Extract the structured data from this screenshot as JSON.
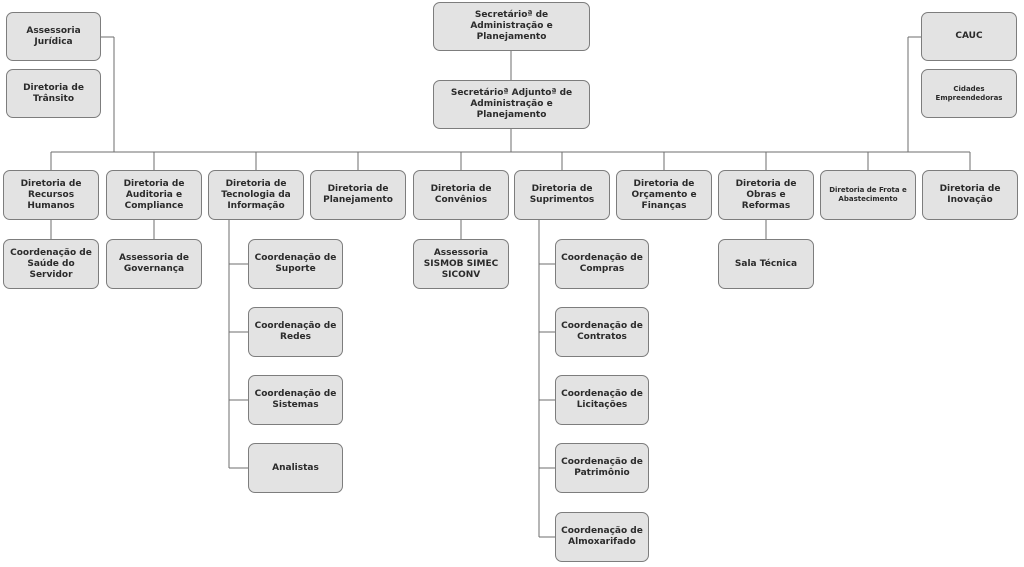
{
  "org": {
    "secretario": "Secretárioª de Administração e Planejamento",
    "adjunto": "Secretárioª Adjuntoª de Administração e Planejamento",
    "assessoria_juridica": "Assessoria\nJurídica",
    "diretoria_transito": "Diretoria de\nTrânsito",
    "cauc": "CAUC",
    "cidades_empreendedoras": "Cidades\nEmpreendedoras",
    "rh": "Diretoria de\nRecursos\nHumanos",
    "saude_servidor": "Coordenação de\nSaúde do\nServidor",
    "auditoria": "Diretoria de\nAuditoria e\nCompliance",
    "governanca": "Assessoria de\nGovernança",
    "ti": "Diretoria de\nTecnologia da\nInformação",
    "ti_suporte": "Coordenação de\nSuporte",
    "ti_redes": "Coordenação de\nRedes",
    "ti_sistemas": "Coordenação de\nSistemas",
    "ti_analistas": "Analistas",
    "planejamento": "Diretoria de\nPlanejamento",
    "convenios": "Diretoria de\nConvênios",
    "sismob": "Assessoria\nSISMOB SIMEC\nSICONV",
    "suprimentos": "Diretoria de\nSuprimentos",
    "sup_compras": "Coordenação de\nCompras",
    "sup_contratos": "Coordenação de\nContratos",
    "sup_licitacoes": "Coordenação de\nLicitações",
    "sup_patrimonio": "Coordenação de\nPatrimônio",
    "sup_almoxarifado": "Coordenação de\nAlmoxarifado",
    "orcamento": "Diretoria de\nOrçamento e\nFinanças",
    "obras": "Diretoria de\nObras e\nReformas",
    "sala_tecnica": "Sala Técnica",
    "frota": "Diretoria de Frota e\nAbastecimento",
    "inovacao": "Diretoria de\nInovação"
  }
}
